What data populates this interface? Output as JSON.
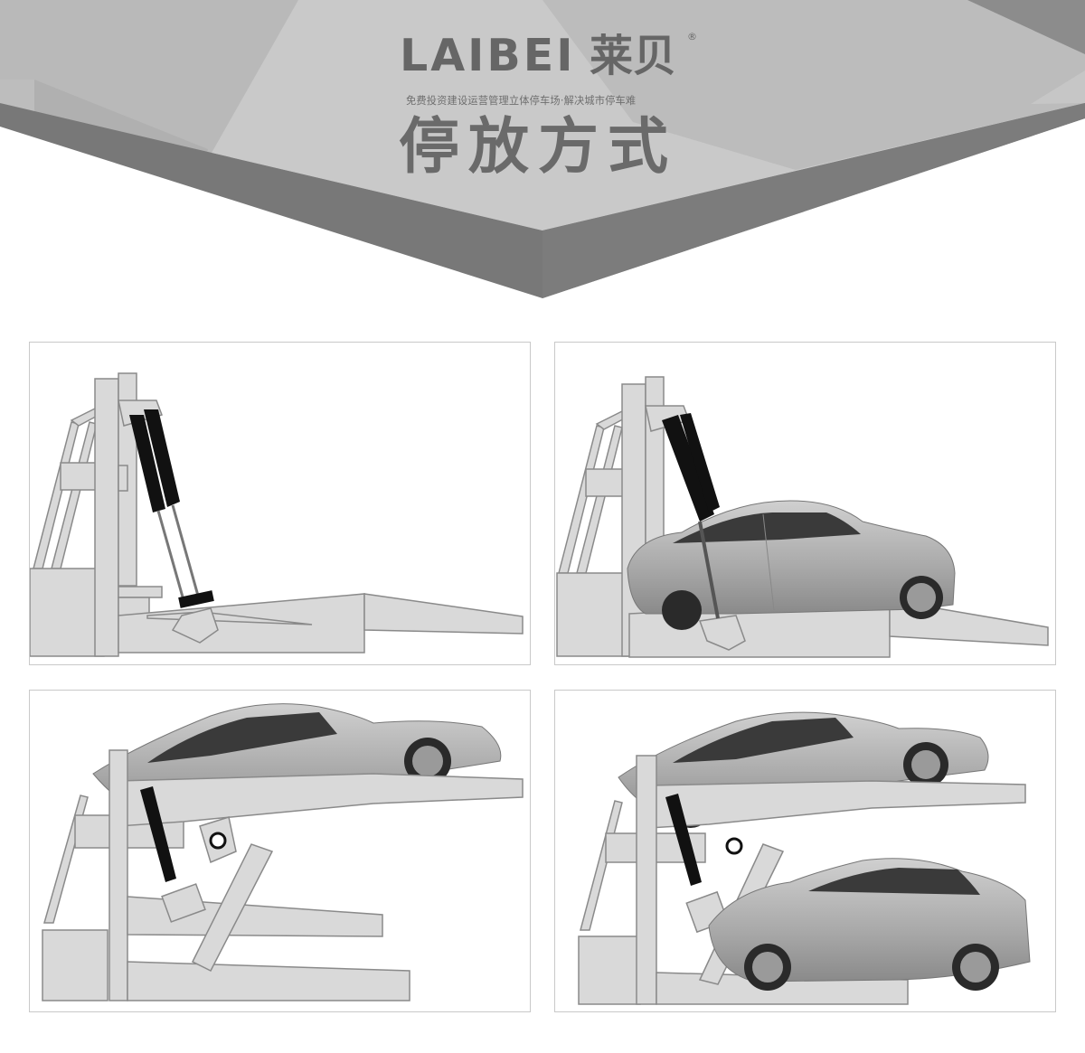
{
  "header": {
    "brand_latin": "LAIBEI",
    "brand_cjk": "莱贝",
    "brand_registered": "®",
    "tagline": "免费投资建设运营管理立体停车场·解决城市停车难",
    "title": "停放方式"
  },
  "colors": {
    "bg_light": "#c9c9c9",
    "bg_mid": "#bcbcbc",
    "band_dark": "#787878",
    "text_dark": "#666666",
    "frame_fill": "#d9d9d9",
    "frame_stroke": "#8a8a8a",
    "cylinder": "#111111",
    "car_body": "#b5b5b5",
    "window": "#3a3a3a"
  },
  "panels": [
    {
      "id": 1,
      "state": "platform-tilted-empty",
      "description": "Lift with upper platform lowered, no car"
    },
    {
      "id": 2,
      "state": "car-driving-onto-platform",
      "description": "Car parked on lowered upper platform"
    },
    {
      "id": 3,
      "state": "platform-raised-with-car",
      "description": "Upper platform raised with car on top"
    },
    {
      "id": 4,
      "state": "two-cars-parked",
      "description": "Car on raised platform and second car below"
    }
  ]
}
